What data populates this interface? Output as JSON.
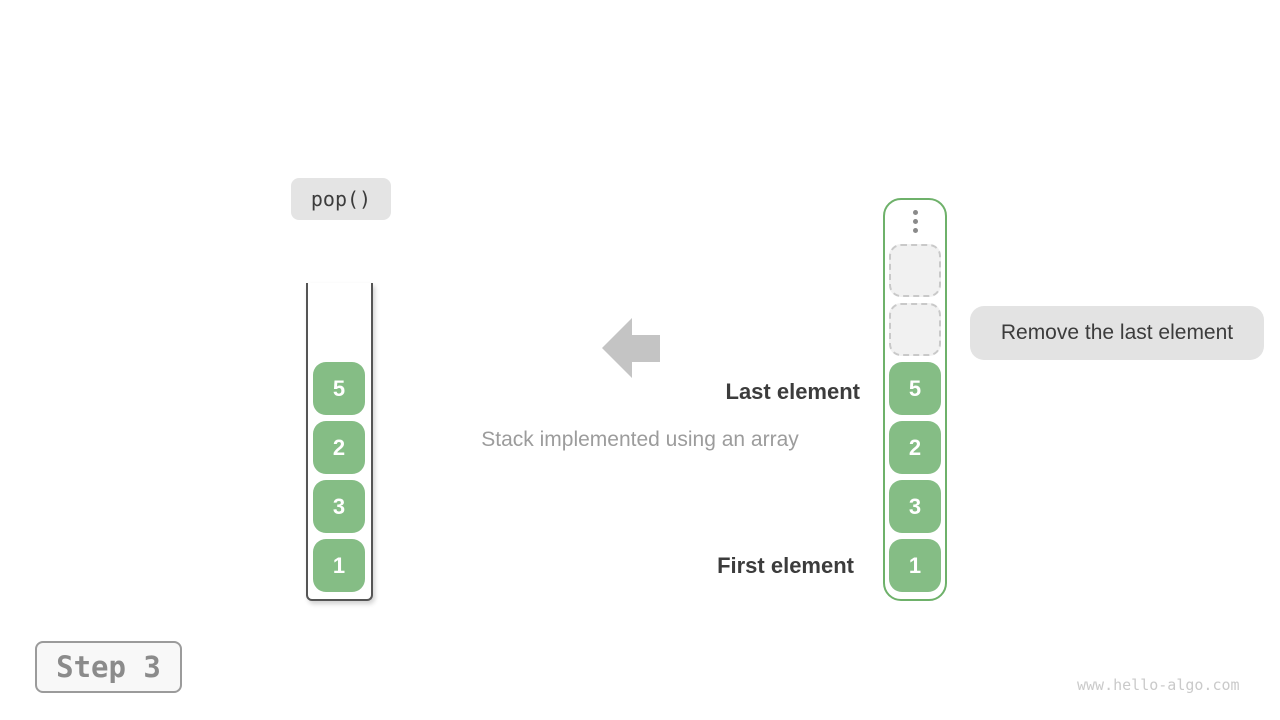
{
  "labels": {
    "operation": "pop()",
    "annotation": "Remove the last element",
    "last_element": "Last element",
    "first_element": "First element",
    "caption": "Stack implemented using an array",
    "step": "Step 3",
    "watermark": "www.hello-algo.com"
  },
  "stacks": {
    "left": {
      "values": [
        "5",
        "2",
        "3",
        "1"
      ]
    },
    "right": {
      "values": [
        "5",
        "2",
        "3",
        "1"
      ],
      "empty_slot_count": 2,
      "has_ellipsis": true
    }
  },
  "icons": {
    "arrow": "arrow-left-icon",
    "ellipsis": "ellipsis-vertical-icon"
  },
  "colors": {
    "cell_green": "#85bd85",
    "stack_border_green": "#6eb16a",
    "label_bg": "#e4e4e4",
    "annotation_bg": "#e3e3e3",
    "empty_cell_bg": "#f1f1f1",
    "empty_cell_border": "#c9c9c9",
    "dark_text": "#3c3c3c",
    "caption_gray": "#9c9c9c",
    "arrow_gray": "#c4c4c4",
    "step_text": "#8b8b8b",
    "step_border": "#9b9b9b",
    "step_bg": "#f8f8f8",
    "container_border_dark": "#555555",
    "watermark_gray": "#cacaca",
    "dots_gray": "#8a8a8a",
    "cell_text": "#ffffff"
  }
}
